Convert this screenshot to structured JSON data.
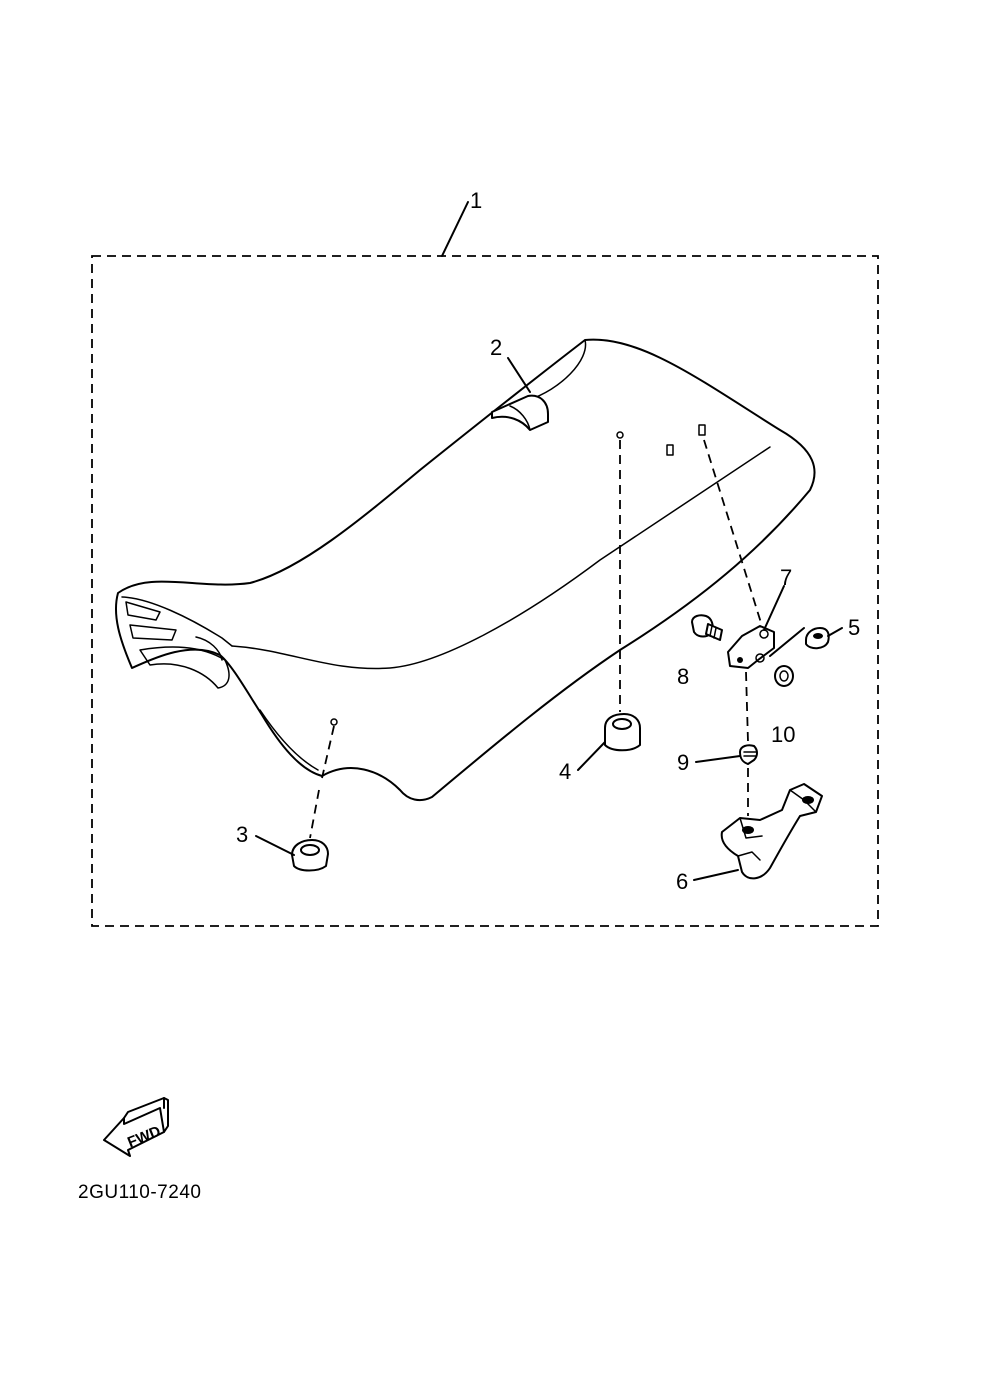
{
  "diagram": {
    "callouts": [
      {
        "id": "1",
        "label": "1"
      },
      {
        "id": "2",
        "label": "2"
      },
      {
        "id": "3",
        "label": "3"
      },
      {
        "id": "4",
        "label": "4"
      },
      {
        "id": "5",
        "label": "5"
      },
      {
        "id": "6",
        "label": "6"
      },
      {
        "id": "7",
        "label": "7"
      },
      {
        "id": "8",
        "label": "8"
      },
      {
        "id": "9",
        "label": "9"
      },
      {
        "id": "10",
        "label": "10"
      }
    ],
    "direction_label": "FWD",
    "diagram_code": "2GU110-7240"
  }
}
